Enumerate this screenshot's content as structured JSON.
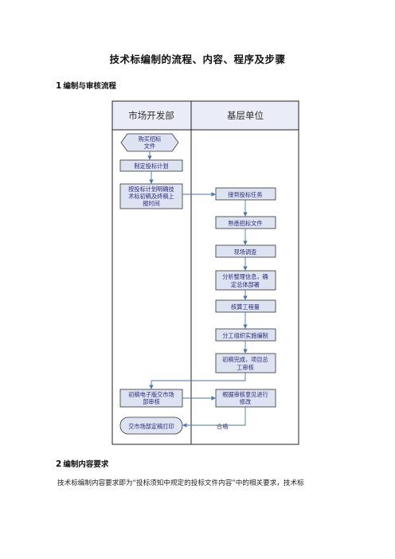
{
  "doc": {
    "title": "技术标编制的流程、内容、程序及步骤",
    "section1": {
      "num": "1",
      "text": "编制与审核流程"
    },
    "section2": {
      "num": "2",
      "text": "编制内容要求"
    },
    "paragraph": "技术标编制内容要求即为“投标须知中规定的投标文件内容”中的相关要求，技术标"
  },
  "flowchart": {
    "columns": [
      "市场开发部",
      "基层单位"
    ],
    "nodes": {
      "buy": [
        "购买招标",
        "文件"
      ],
      "plan": [
        "制定投标计划"
      ],
      "clarify": [
        "按投标计划明确技",
        "术标初稿及终稿上",
        "报时间"
      ],
      "receive": [
        "接到投标任务"
      ],
      "familiar": [
        "熟悉招标文件"
      ],
      "survey": [
        "现场调查"
      ],
      "analyze": [
        "分析整理信息，确",
        "定总体部署"
      ],
      "calc": [
        "核算工程量"
      ],
      "divide": [
        "分工组织实施编制"
      ],
      "draft": [
        "初稿完成，项目总",
        "工审核"
      ],
      "submit": [
        "初稿电子版交市场",
        "部审核"
      ],
      "revise": [
        "根据审核意见进行",
        "修改"
      ],
      "print": [
        "交市场部定稿打印"
      ]
    },
    "qualified_label": "合格"
  }
}
